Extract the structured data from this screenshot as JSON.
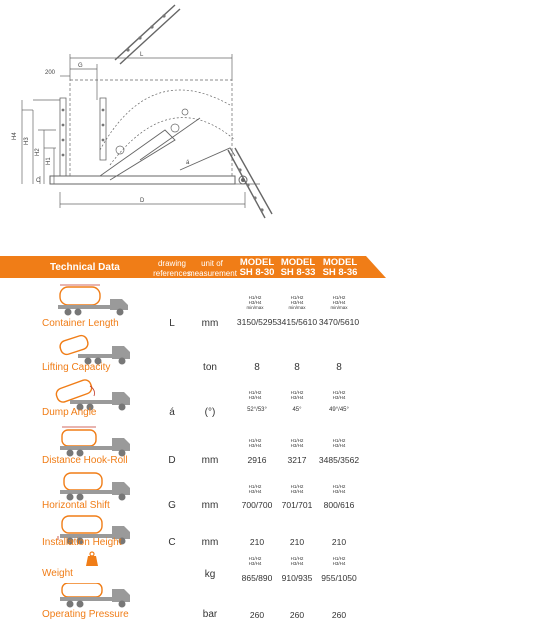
{
  "diagram": {
    "dims": {
      "L": "L",
      "G": "G",
      "d200": "200",
      "H4": "H4",
      "H3": "H3",
      "H2": "H2",
      "H1": "H1",
      "C": "C",
      "D": "D",
      "alpha": "á"
    }
  },
  "table": {
    "title": "Technical Data",
    "col_drawing_ref": [
      "drawing",
      "references"
    ],
    "col_unit": [
      "unit of",
      "measurement"
    ],
    "models": [
      {
        "line1": "MODEL",
        "line2": "SH 8-30"
      },
      {
        "line1": "MODEL",
        "line2": "SH 8-33"
      },
      {
        "line1": "MODEL",
        "line2": "SH 8-36"
      }
    ],
    "rows": [
      {
        "label": "Container Length",
        "ref": "L",
        "unit": "mm",
        "sub": [
          [
            "H1/H2",
            "H3/H4",
            "min/max"
          ],
          [
            "H1/H2",
            "H3/H4",
            "min/max"
          ],
          [
            "H1/H2",
            "H3/H4",
            "min/max"
          ]
        ],
        "values": [
          "3150/5295",
          "3415/5610",
          "3470/5610"
        ]
      },
      {
        "label": "Lifting Capacity",
        "ref": "",
        "unit": "ton",
        "sub": [
          [],
          [],
          []
        ],
        "values": [
          "8",
          "8",
          "8"
        ]
      },
      {
        "label": "Dump Angle",
        "ref": "á",
        "unit": "(°)",
        "sub": [
          [
            "H1/H2",
            "H3/H4"
          ],
          [
            "H1/H2",
            "H3/H4"
          ],
          [
            "H1/H2",
            "H3/H4"
          ]
        ],
        "values": [
          "52°/53°",
          "45°",
          "49°/45°"
        ]
      },
      {
        "label": "Distance Hook-Roll",
        "ref": "D",
        "unit": "mm",
        "sub": [
          [
            "H1/H2",
            "H3/H4"
          ],
          [
            "H1/H2",
            "H3/H4"
          ],
          [
            "H1/H2",
            "H3/H4"
          ]
        ],
        "values": [
          "2916",
          "3217",
          "3485/3562"
        ]
      },
      {
        "label": "Horizontal Shift",
        "ref": "G",
        "unit": "mm",
        "sub": [
          [
            "H1/H2",
            "H3/H4"
          ],
          [
            "H1/H2",
            "H3/H4"
          ],
          [
            "H1/H2",
            "H3/H4"
          ]
        ],
        "values": [
          "700/700",
          "701/701",
          "800/616"
        ]
      },
      {
        "label": "Installation Height",
        "ref": "C",
        "unit": "mm",
        "sub": [
          [],
          [],
          []
        ],
        "values": [
          "210",
          "210",
          "210"
        ]
      },
      {
        "label": "Weight",
        "ref": "",
        "unit": "kg",
        "sub": [
          [
            "H1/H2",
            "H3/H4"
          ],
          [
            "H1/H2",
            "H3/H4"
          ],
          [
            "H1/H2",
            "H3/H4"
          ]
        ],
        "values": [
          "865/890",
          "910/935",
          "955/1050"
        ]
      },
      {
        "label": "Operating Pressure",
        "ref": "",
        "unit": "bar",
        "sub": [
          [],
          [],
          []
        ],
        "values": [
          "260",
          "260",
          "260"
        ]
      }
    ]
  },
  "colors": {
    "accent": "#f07d17",
    "line": "#555555",
    "gray": "#9a9a9a"
  }
}
